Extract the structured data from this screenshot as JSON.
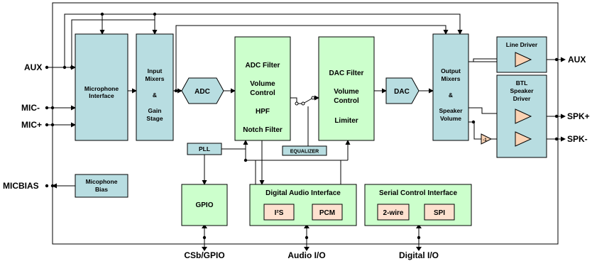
{
  "pins": {
    "aux_in": "AUX",
    "mic_minus": "MIC-",
    "mic_plus": "MIC+",
    "micbias": "MICBIAS",
    "aux_out": "AUX",
    "spk_plus": "SPK+",
    "spk_minus": "SPK-",
    "csb_gpio": "CSb/GPIO",
    "audio_io": "Audio I/O",
    "digital_io": "Digital I/O"
  },
  "blocks": {
    "microphone_interface": [
      "Microphone",
      "Interface"
    ],
    "input_mixers": [
      "Input",
      "Mixers",
      "&",
      "Gain",
      "Stage"
    ],
    "adc": "ADC",
    "adc_filter": [
      "ADC Filter",
      "Volume",
      "Control",
      "HPF",
      "Notch Filter"
    ],
    "dac_filter": [
      "DAC Filter",
      "Volume",
      "Control",
      "Limiter"
    ],
    "dac": "DAC",
    "output_mixers": [
      "Output",
      "Mixers",
      "&",
      "Speaker",
      "Volume"
    ],
    "line_driver": "Line Driver",
    "btl_driver": [
      "BTL",
      "Speaker",
      "Driver"
    ],
    "inverter": "-1",
    "mic_bias": [
      "Micophone",
      "Bias"
    ],
    "pll": "PLL",
    "equalizer": "EQUALIZER",
    "gpio": "GPIO",
    "digital_audio_interface": "Digital Audio Interface",
    "i2s": "I²S",
    "pcm": "PCM",
    "serial_control_interface": "Serial Control Interface",
    "two_wire": "2-wire",
    "spi": "SPI"
  },
  "colors": {
    "blue_block": "#b8dde1",
    "green_block": "#ccffcc",
    "pink_block": "#fde1cf",
    "amplifier": "#fbd3b4"
  }
}
